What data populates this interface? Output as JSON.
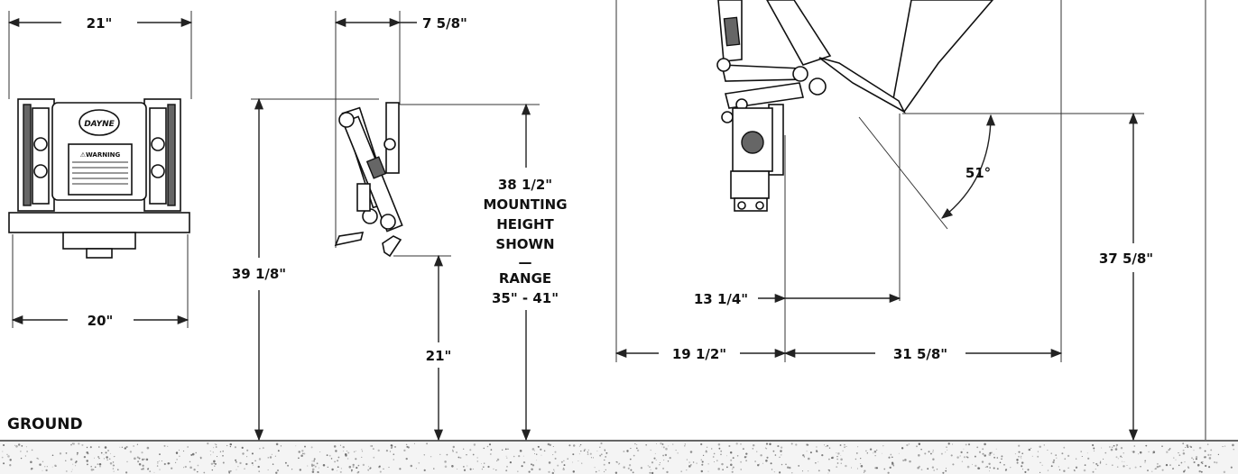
{
  "labels": {
    "top_width": "21\"",
    "bottom_width": "20\"",
    "side_depth": "7 5/8\"",
    "overall_height": "39 1/8\"",
    "bottom_clearance": "21\"",
    "mount_value": "38 1/2\"",
    "mount_line1": "MOUNTING",
    "mount_line2": "HEIGHT",
    "mount_line3": "SHOWN",
    "mount_dash": "—",
    "range_title": "RANGE",
    "range_value": "35\" - 41\"",
    "angle": "51°",
    "offset": "13 1/4\"",
    "reach_left": "19 1/2\"",
    "reach_right": "31 5/8\"",
    "pivot_height": "37 5/8\"",
    "ground": "GROUND"
  },
  "decal": {
    "logo": "DAYNE",
    "warning": "⚠WARNING"
  },
  "colors": {
    "line": "#222222",
    "ground_speckle": "#555555"
  }
}
